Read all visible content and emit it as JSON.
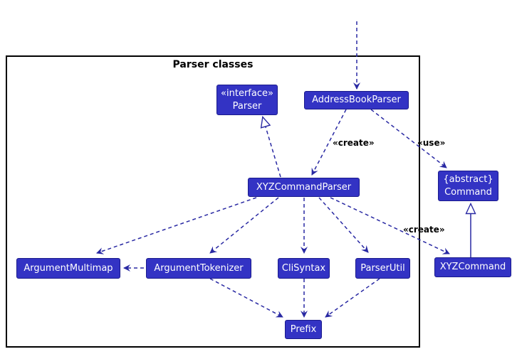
{
  "frame": {
    "title": "Parser classes"
  },
  "nodes": {
    "parser": {
      "stereotype": "«interface»",
      "name": "Parser"
    },
    "address_book_parser": {
      "name": "AddressBookParser"
    },
    "xyz_command_parser": {
      "name": "XYZCommandParser"
    },
    "command": {
      "stereotype": "{abstract}",
      "name": "Command"
    },
    "argument_multimap": {
      "name": "ArgumentMultimap"
    },
    "argument_tokenizer": {
      "name": "ArgumentTokenizer"
    },
    "cli_syntax": {
      "name": "CliSyntax"
    },
    "parser_util": {
      "name": "ParserUtil"
    },
    "xyz_command": {
      "name": "XYZCommand"
    },
    "prefix": {
      "name": "Prefix"
    }
  },
  "edge_labels": {
    "create_upper": "«create»",
    "use": "«use»",
    "create_lower": "«create»"
  },
  "edges": [
    {
      "from": "offscreen-top",
      "to": "address_book_parser",
      "style": "dashed",
      "head": "vee"
    },
    {
      "from": "address_book_parser",
      "to": "xyz_command_parser",
      "style": "dashed",
      "head": "vee",
      "label": "«create»"
    },
    {
      "from": "address_book_parser",
      "to": "command",
      "style": "dashed",
      "head": "vee",
      "label": "«use»"
    },
    {
      "from": "xyz_command_parser",
      "to": "parser",
      "style": "dashed",
      "head": "hollow-triangle"
    },
    {
      "from": "xyz_command_parser",
      "to": "argument_multimap",
      "style": "dashed",
      "head": "vee"
    },
    {
      "from": "xyz_command_parser",
      "to": "argument_tokenizer",
      "style": "dashed",
      "head": "vee"
    },
    {
      "from": "xyz_command_parser",
      "to": "cli_syntax",
      "style": "dashed",
      "head": "vee"
    },
    {
      "from": "xyz_command_parser",
      "to": "parser_util",
      "style": "dashed",
      "head": "vee"
    },
    {
      "from": "xyz_command_parser",
      "to": "xyz_command",
      "style": "dashed",
      "head": "vee",
      "label": "«create»"
    },
    {
      "from": "argument_tokenizer",
      "to": "argument_multimap",
      "style": "dashed",
      "head": "vee"
    },
    {
      "from": "argument_tokenizer",
      "to": "prefix",
      "style": "dashed",
      "head": "vee"
    },
    {
      "from": "cli_syntax",
      "to": "prefix",
      "style": "dashed",
      "head": "vee"
    },
    {
      "from": "parser_util",
      "to": "prefix",
      "style": "dashed",
      "head": "vee"
    },
    {
      "from": "xyz_command",
      "to": "command",
      "style": "solid",
      "head": "hollow-triangle"
    }
  ],
  "colors": {
    "node_fill": "#3333C4",
    "node_border": "#1A1A8C",
    "node_text": "#FFFFFF",
    "arrow": "#2929A3",
    "edge_label": "#000000",
    "frame_border": "#000000",
    "background": "#FFFFFF"
  }
}
